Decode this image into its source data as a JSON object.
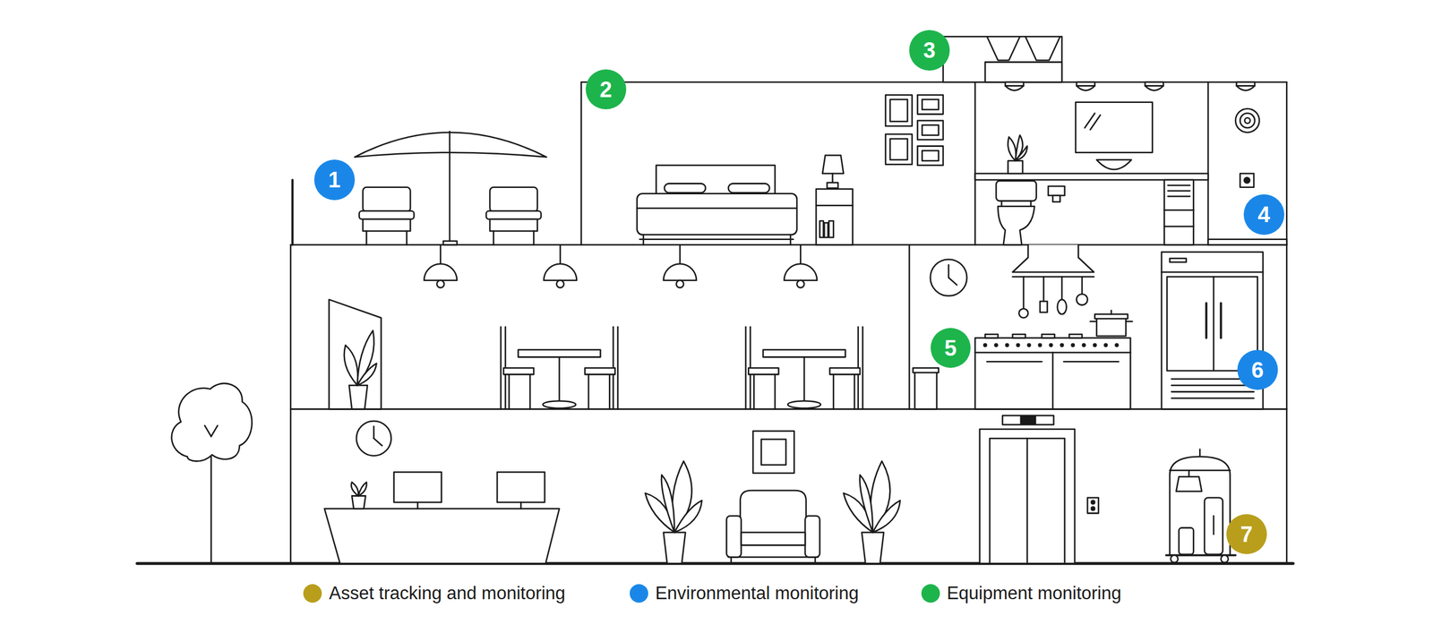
{
  "diagram": {
    "nodes": [
      {
        "text": [
          "1"
        ]
      },
      {
        "text": [
          "2"
        ]
      },
      {
        "text": [
          "3"
        ]
      },
      {
        "text": [
          "4"
        ]
      },
      {
        "text": [
          "5"
        ]
      },
      {
        "text": [
          "6"
        ]
      },
      {
        "text": [
          "7"
        ]
      }
    ],
    "legend": [
      {
        "text": "Asset tracking and monitoring",
        "color": "#b99e1c"
      },
      {
        "text": "Environmental monitoring",
        "color": "#1a87e8"
      },
      {
        "text": "Equipment monitoring",
        "color": "#1db44c"
      }
    ]
  }
}
